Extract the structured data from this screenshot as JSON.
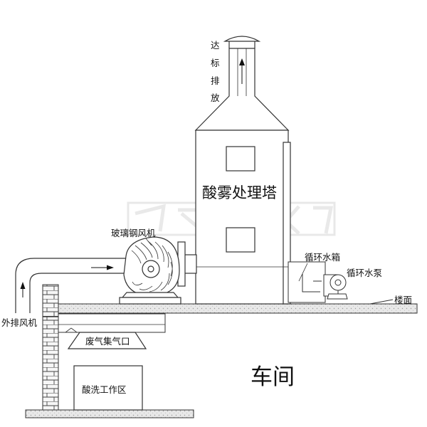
{
  "labels": {
    "discharge": [
      "达",
      "标",
      "排",
      "放"
    ],
    "tower": "酸雾处理塔",
    "fan": "玻璃钢风机",
    "tank": "循环水箱",
    "pump": "循环水泵",
    "floor": "楼面",
    "exhaust_fan": "外排风机",
    "hood": "废气集气口",
    "work_area": "酸洗工作区",
    "workshop": "车间"
  },
  "colors": {
    "line": "#333333",
    "concrete": "#e9e9e9",
    "brick": "#f4f4f4",
    "watermark": "#cfcfcf"
  }
}
